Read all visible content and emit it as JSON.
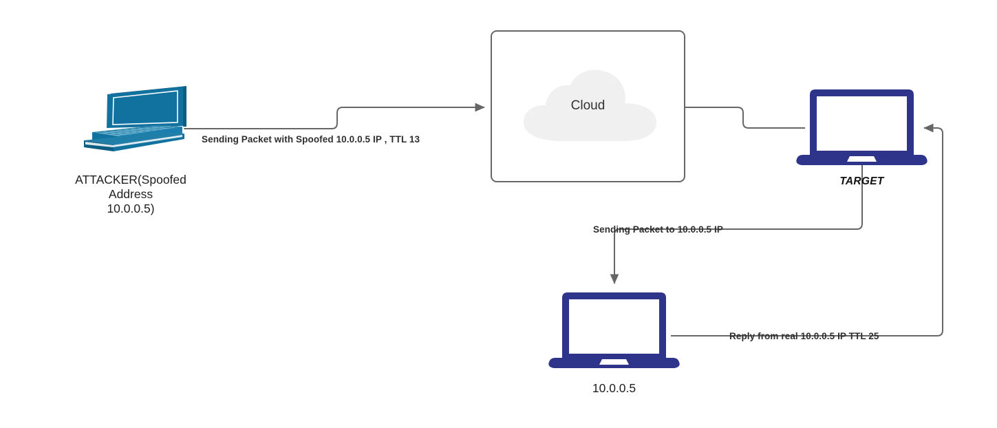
{
  "diagram": {
    "title": "IP Spoofing / TTL Reply Network Diagram",
    "background": "#ffffff",
    "colors": {
      "attacker_device": "#11719f",
      "attacker_device_dark": "#0d5c82",
      "target_device": "#2e3489",
      "victim_device": "#2e3489",
      "connector": "#666666",
      "cloud_fill": "#f0f0f0",
      "box_border": "#666666",
      "label_text": "#2e2e2e"
    }
  },
  "nodes": {
    "attacker": {
      "icon": "laptop-isometric-icon",
      "label": "ATTACKER(Spoofed\nAddress\n10.0.0.5)"
    },
    "cloud": {
      "icon": "cloud-icon",
      "label": "Cloud"
    },
    "target": {
      "icon": "laptop-icon",
      "label": "TARGET"
    },
    "victim": {
      "icon": "laptop-icon",
      "label": "10.0.0.5"
    }
  },
  "edges": [
    {
      "id": "attacker-to-cloud",
      "label": "Sending Packet with Spoofed 10.0.0.5 IP , TTL 13",
      "from": "attacker",
      "to": "cloud",
      "arrow": "end"
    },
    {
      "id": "cloud-to-target",
      "label": "",
      "from": "cloud",
      "to": "target",
      "arrow": "none"
    },
    {
      "id": "target-to-victim",
      "label": "Sending Packet to 10.0.0.5 IP",
      "from": "target",
      "to": "victim",
      "arrow": "end"
    },
    {
      "id": "victim-to-target",
      "label": "Reply from real 10.0.0.5 IP TTL 25",
      "from": "victim",
      "to": "target",
      "arrow": "end"
    }
  ]
}
